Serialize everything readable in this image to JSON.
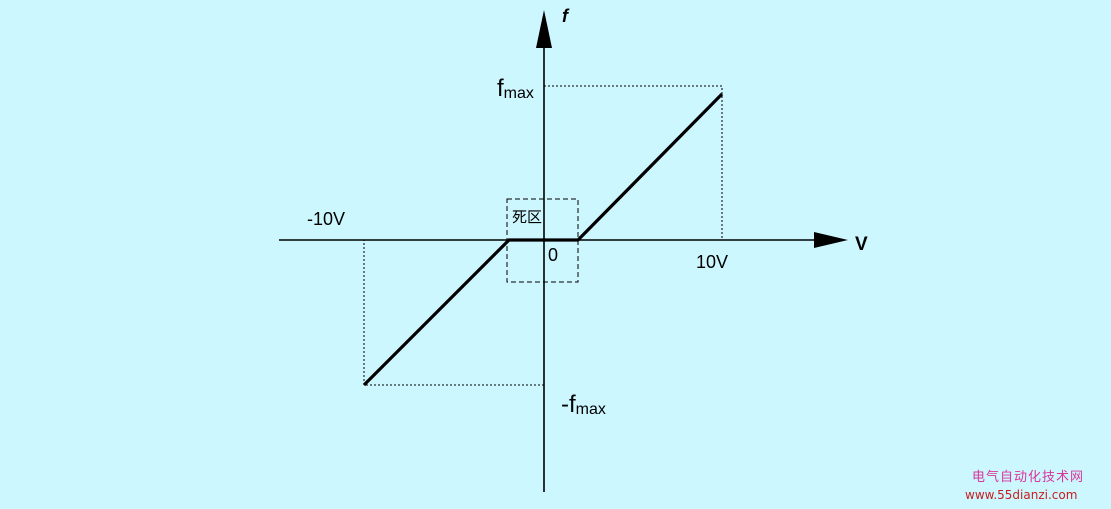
{
  "diagram": {
    "y_axis_label": "f",
    "x_axis_label": "V",
    "fmax_base": "f",
    "fmax_sub": "max",
    "neg_fmax_base": "-f",
    "neg_fmax_sub": "max",
    "neg_10v": "-10V",
    "pos_10v": "10V",
    "origin": "0",
    "dead_zone": "死区"
  },
  "watermark": {
    "site_name": "电气自动化技术网",
    "url": "www.55dianzi.com"
  },
  "colors": {
    "background": "#ccf7ff",
    "line": "#000000",
    "watermark_name": "#d9359b",
    "watermark_url": "#c91d1d"
  }
}
